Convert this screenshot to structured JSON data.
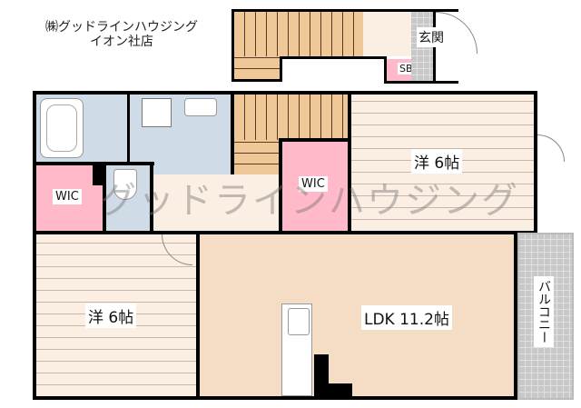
{
  "company": {
    "line1": "㈱グッドラインハウジング",
    "line2": "イオン社店"
  },
  "watermark": "グッドラインハウジング",
  "rooms": {
    "entrance": "玄関",
    "shoebox": "SB",
    "wic_left": "WIC",
    "wic_center": "WIC",
    "western_room_upper": "洋 6帖",
    "western_room_lower": "洋 6帖",
    "ldk": "LDK 11.2帖",
    "balcony": "バルコニー"
  },
  "colors": {
    "stairs": "#f0c898",
    "bath": "#cfdbe6",
    "wic": "#ffb9c9",
    "floor_wood": "#fbefe4",
    "ldk": "#f5dcc4",
    "tile": "#c8c8c8",
    "wall": "#000000"
  }
}
